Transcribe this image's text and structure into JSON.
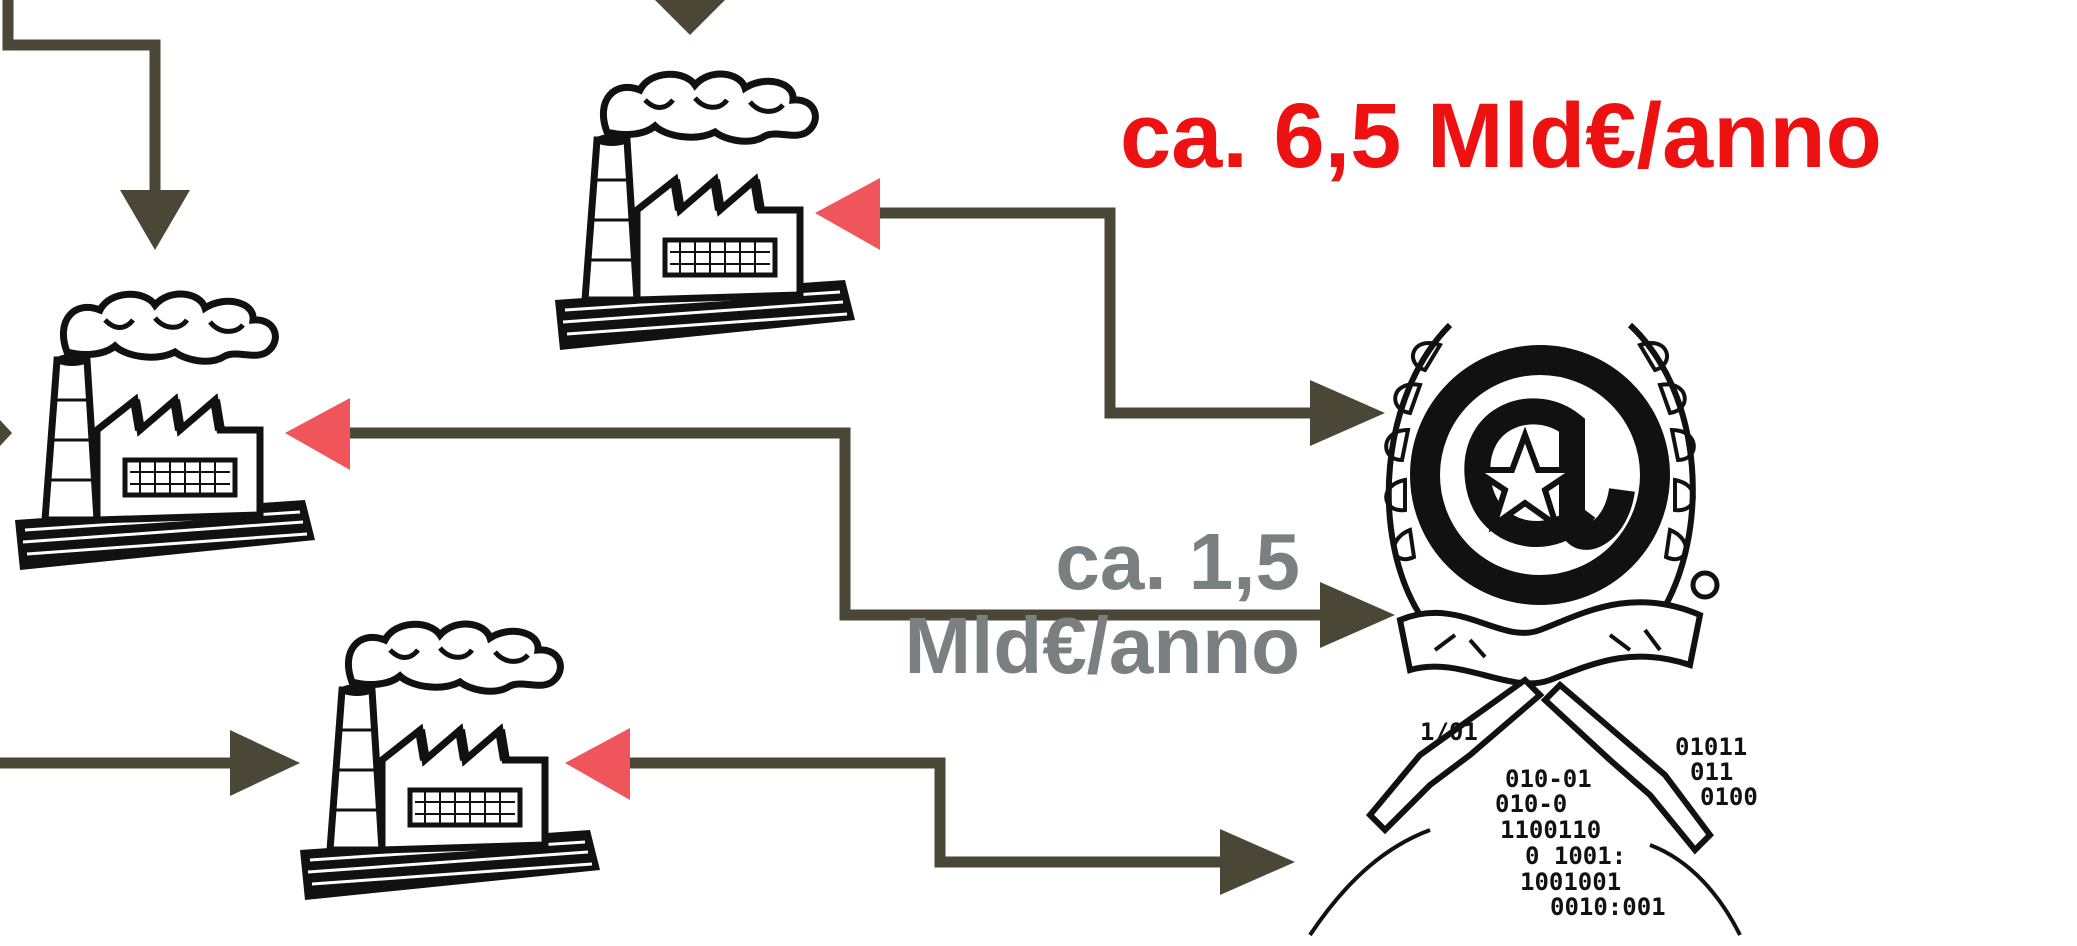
{
  "labels": {
    "top_flow": "ca. 6,5 Mld€/anno",
    "middle_flow_line1": "ca. 1,5",
    "middle_flow_line2": "Mld€/anno"
  },
  "colors": {
    "flow_line": "#4a4736",
    "return_arrow": "#f0555c",
    "top_label": "#ee1111",
    "middle_label": "#7a7f82",
    "drawing_ink": "#111111"
  },
  "icons": [
    "factory-icon",
    "state-emblem-icon"
  ]
}
